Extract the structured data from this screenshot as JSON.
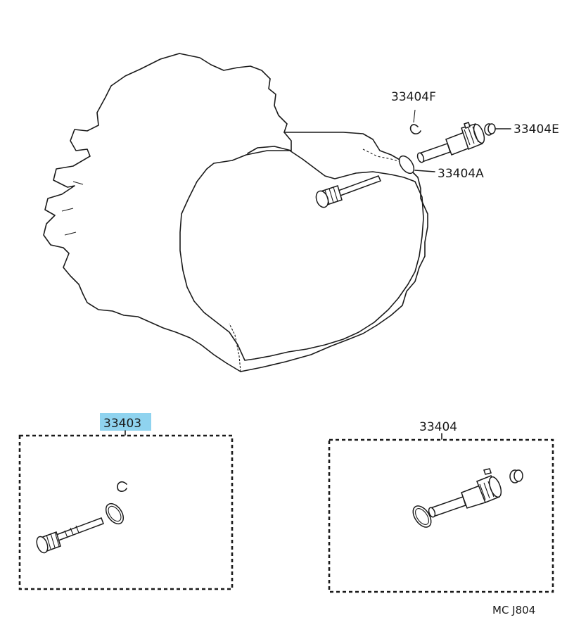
{
  "callouts": {
    "part_33404F": "33404F",
    "part_33404E": "33404E",
    "part_33404A": "33404A"
  },
  "kits": {
    "left_label": "33403",
    "right_label": "33404"
  },
  "highlight_color": "#8fd3ef",
  "footer_code": "MC J804"
}
